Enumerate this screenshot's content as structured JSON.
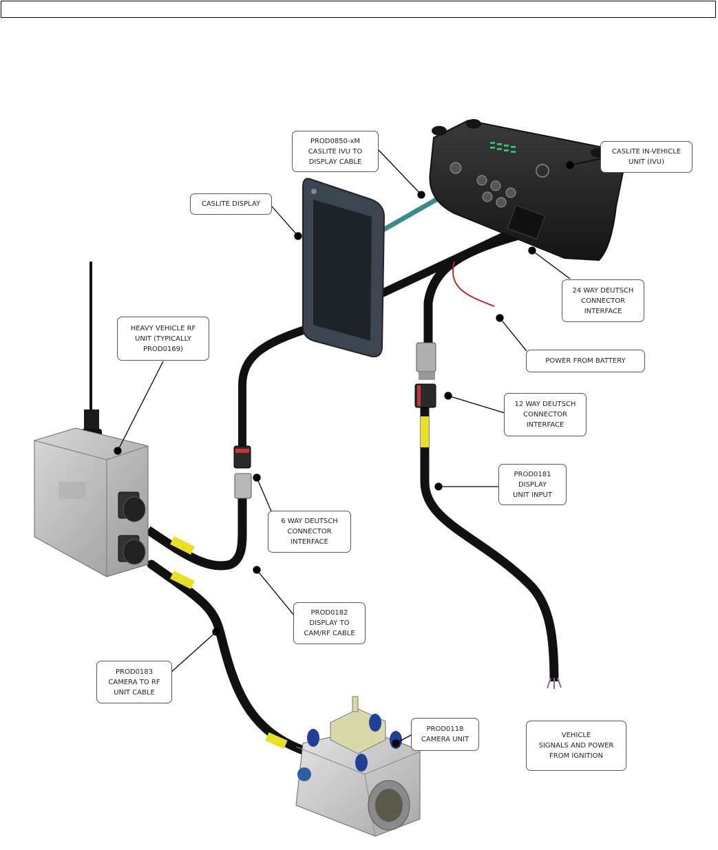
{
  "callouts": {
    "prod0850": "PROD0850-xM\nCASLITE IVU TO\nDISPLAY CABLE",
    "ivu": "CASLITE IN-VEHICLE\nUNIT (IVU)",
    "display": "CASLITE DISPLAY",
    "deutsch24": "24 WAY DEUTSCH\nCONNECTOR\nINTERFACE",
    "power_battery": "POWER FROM BATTERY",
    "rf_unit": "HEAVY VEHICLE RF\nUNIT (TYPICALLY\nPROD0169)",
    "deutsch12": "12 WAY DEUTSCH\nCONNECTOR\nINTERFACE",
    "prod0181": "PROD0181\nDISPLAY\nUNIT INPUT",
    "deutsch6": "6 WAY DEUTSCH\nCONNECTOR\nINTERFACE",
    "prod0182": "PROD0182\nDISPLAY TO\nCAM/RF CABLE",
    "prod0183": "PROD0183\nCAMERA TO RF\nUNIT CABLE",
    "prod0118": "PROD0118\nCAMERA UNIT",
    "vehicle_signals": "VEHICLE\nSIGNALS AND POWER\nFROM IGNITION"
  },
  "colors": {
    "cable": "#111111",
    "display_cable": "#3a8a8f",
    "power_wire": "#cc2222",
    "yellow_label": "#e8e020",
    "housing_grey": "#b8b8b8",
    "ivu_body": "#2a2a2a"
  }
}
